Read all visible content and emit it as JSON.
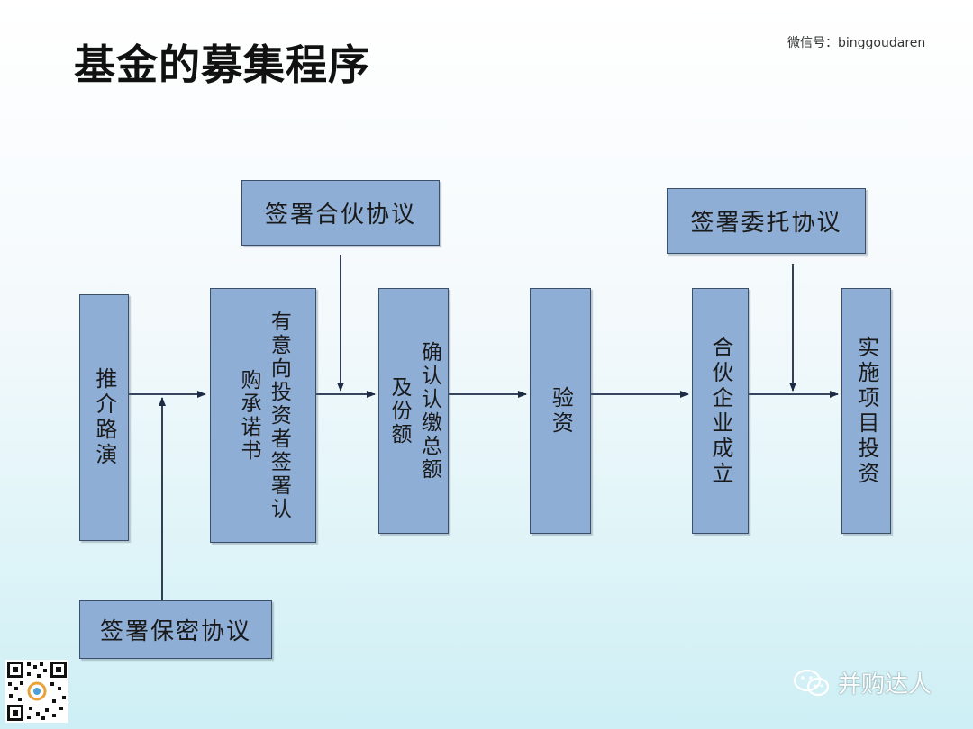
{
  "title": "基金的募集程序",
  "wechat": "微信号：binggoudaren",
  "brand": "并购达人",
  "steps": {
    "roadshow": "推介路演",
    "investors_sign": "有意向投资者签署认购承诺书",
    "confirm": "确认认缴总额及份额",
    "verify": "验资",
    "establish": "合伙企业成立",
    "invest": "实施项目投资"
  },
  "agreements": {
    "partnership": "签署合伙协议",
    "entrust": "签署委托协议",
    "confidential": "签署保密协议"
  }
}
